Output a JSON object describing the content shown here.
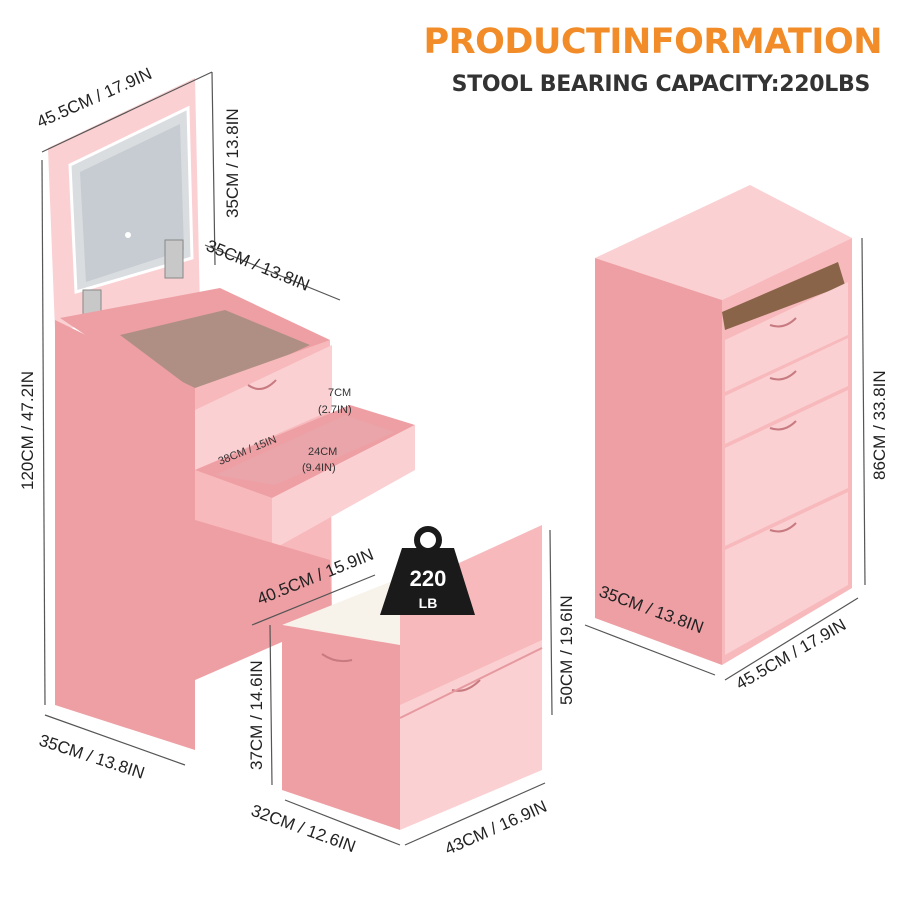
{
  "header": {
    "title": "PRODUCTINFORMATION",
    "subtitle": "STOOL BEARING CAPACITY:220LBS"
  },
  "colors": {
    "accent": "#F28C28",
    "text": "#333333",
    "pink": "#F7B9BC",
    "pink_dark": "#EE9FA4",
    "pink_light": "#FAD0D2",
    "seat": "#F7F2EA",
    "weight": "#1A1A1A"
  },
  "weight_badge": {
    "value": "220",
    "unit": "LB"
  },
  "vanity": {
    "mirror_width": "45.5CM / 17.9IN",
    "mirror_height": "35CM / 13.8IN",
    "top_depth": "35CM / 13.8IN",
    "total_height": "120CM / 47.2IN",
    "base_depth": "35CM / 13.8IN",
    "drawer_height_cm": "7CM",
    "drawer_height_in": "(2.7IN)",
    "drawer_length": "38CM / 15IN",
    "drawer_width_cm": "24CM",
    "drawer_width_in": "(9.4IN)"
  },
  "stool": {
    "seat_width": "40.5CM / 15.9IN",
    "seat_height": "37CM / 14.6IN",
    "back_height": "50CM / 19.6IN",
    "depth": "32CM / 12.6IN",
    "width": "43CM / 16.9IN"
  },
  "cabinet": {
    "height": "86CM / 33.8IN",
    "depth": "35CM / 13.8IN",
    "width": "45.5CM / 17.9IN"
  }
}
